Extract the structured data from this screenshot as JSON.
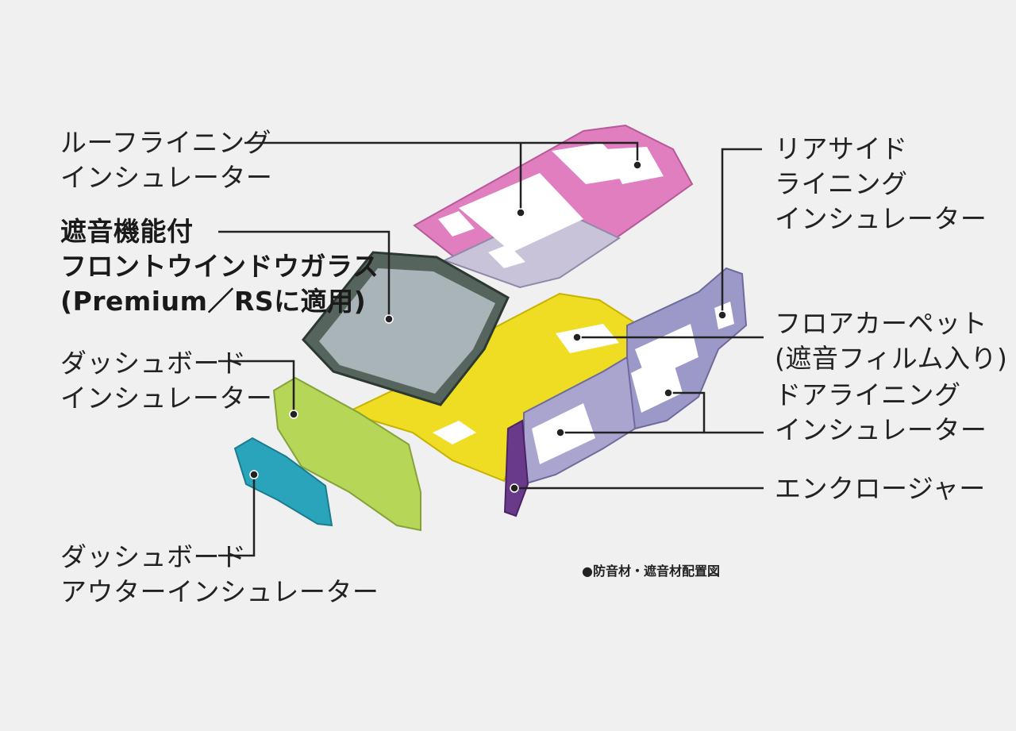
{
  "labels": {
    "roof": [
      "ルーフライニング",
      "インシュレーター"
    ],
    "windshield": [
      "遮音機能付",
      "フロントウインドウガラス",
      "(Premium／RSに適用)"
    ],
    "dash": [
      "ダッシュボード",
      "インシュレーター"
    ],
    "dash_outer": [
      "ダッシュボード",
      "アウターインシュレーター"
    ],
    "rear_side": [
      "リアサイド",
      "ライニング",
      "インシュレーター"
    ],
    "floor_carpet": [
      "フロアカーペット",
      "(遮音フィルム入り)"
    ],
    "door": [
      "ドアライニング",
      "インシュレーター"
    ],
    "enclosure": [
      "エンクロージャー"
    ]
  },
  "caption": "●防音材・遮音材配置図",
  "colors": {
    "background": "#f0f0f0",
    "roof": "#e07ec0",
    "windshield": "#4f5f58",
    "floor": "#eedd22",
    "dash": "#b5d656",
    "dash_outer": "#2aa4ba",
    "side": "#9c98c8",
    "enclosure": "#6a3a8a",
    "insulator": "#ffffff",
    "leader": "#222222"
  }
}
